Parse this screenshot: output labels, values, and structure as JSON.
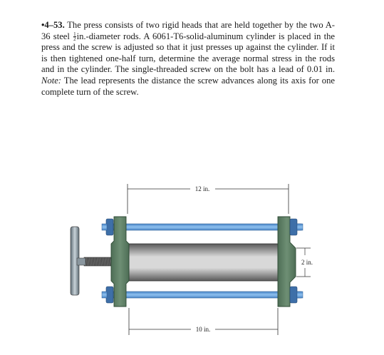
{
  "problem": {
    "number": "•4–53.",
    "text_part1": "The press consists of two rigid heads that are held together by the two A-36 steel",
    "rod_diameter_fraction": {
      "numerator": "1",
      "denominator": "2"
    },
    "text_part2": "in.-diameter rods. A 6061-T6-solid-aluminum cylinder is placed in the press and the screw is adjusted so that it just presses up against the cylinder. If it is then tightened one-half turn, determine the average normal stress in the rods and in the cylinder. The single-threaded screw on the bolt has a lead of 0.01 in.",
    "note_label": "Note:",
    "note_text": "The lead represents the distance the screw advances along its axis for one complete turn of the screw."
  },
  "figure": {
    "dim_rod_length": "12 in.",
    "dim_cylinder_length": "10 in.",
    "dim_gap": "2 in.",
    "colors": {
      "head": "#6e8f74",
      "head_shade": "#4e6e56",
      "rod": "#4a86c8",
      "rod_light": "#8ec0ee",
      "cylinder_dark": "#5a5a5a",
      "cylinder_light": "#d8d8d8",
      "nut": "#3e6fa8",
      "handle": "#7f8f99"
    }
  }
}
